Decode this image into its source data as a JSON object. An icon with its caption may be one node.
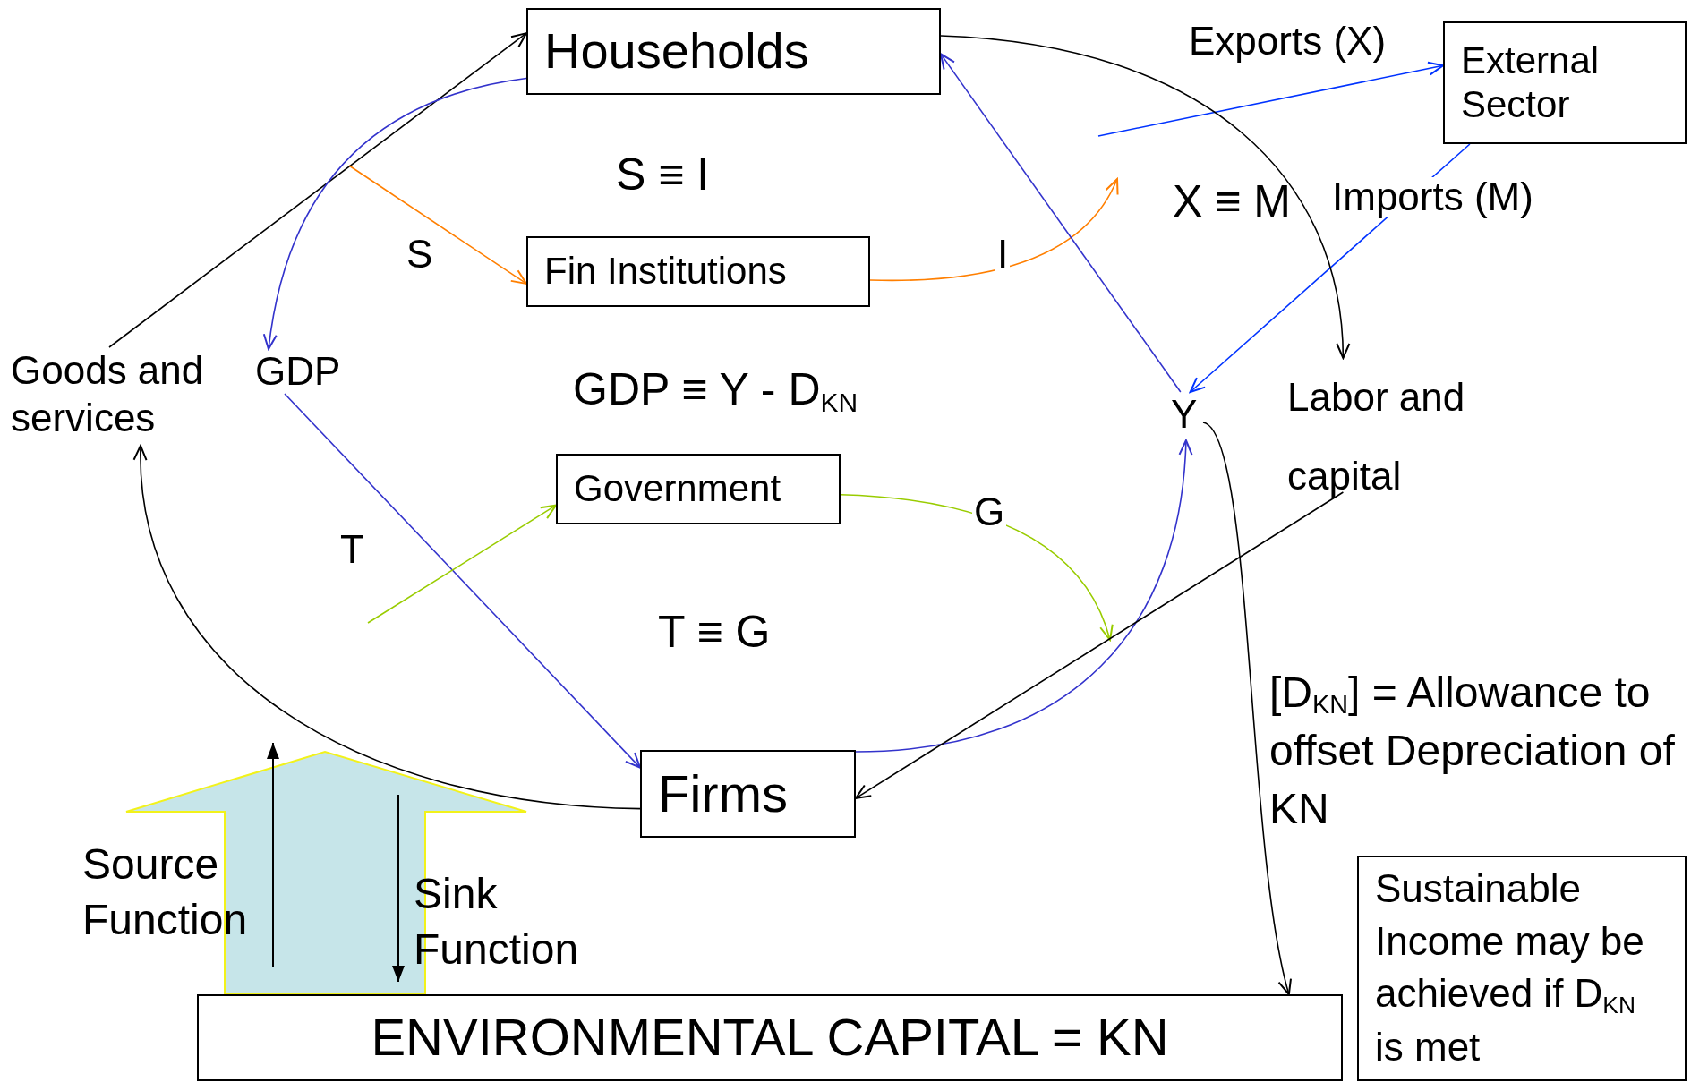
{
  "diagram": {
    "nodes": [
      {
        "text": [
          "Households"
        ]
      },
      {
        "text": [
          "External Sector"
        ]
      },
      {
        "text": [
          "Fin Institutions"
        ]
      },
      {
        "text": [
          "Government"
        ]
      },
      {
        "text": [
          "Firms"
        ]
      },
      {
        "text": [
          "ENVIRONMENTAL CAPITAL = KN"
        ]
      },
      {
        "text": [
          "Sustainable Income may be achieved if D$_{KN}$ is met"
        ]
      },
      {
        "text": [
          "Goods and services"
        ]
      },
      {
        "text": [
          "GDP"
        ]
      },
      {
        "text": [
          "Y"
        ]
      },
      {
        "text": [
          "Labor and capital"
        ]
      }
    ],
    "edges": [
      {
        "from": 7,
        "to": 0,
        "arrow": "to"
      },
      {
        "from": 0,
        "to": 8,
        "arrow": "to",
        "color": "#3333cc"
      },
      {
        "from": null,
        "to": 2,
        "arrow": "to",
        "label": "S",
        "color": "#ff7f00"
      },
      {
        "from": 2,
        "to": null,
        "arrow": "to",
        "label": "I",
        "color": "#ff7f00"
      },
      {
        "from": null,
        "to": 1,
        "arrow": "to",
        "label": "Exports (X)",
        "color": "#0033ff"
      },
      {
        "from": 1,
        "to": 9,
        "arrow": "to",
        "label": "Imports (M)",
        "color": "#0033ff"
      },
      {
        "from": 9,
        "to": 0,
        "arrow": "to",
        "color": "#3333cc"
      },
      {
        "from": 0,
        "to": 10,
        "arrow": "to"
      },
      {
        "from": 8,
        "to": 4,
        "arrow": "to",
        "color": "#3333cc"
      },
      {
        "from": null,
        "to": 3,
        "arrow": "to",
        "label": "T",
        "color": "#99cc00"
      },
      {
        "from": 3,
        "to": null,
        "arrow": "to",
        "label": "G",
        "color": "#99cc00"
      },
      {
        "from": 4,
        "to": 9,
        "arrow": "to",
        "color": "#3333cc"
      },
      {
        "from": 10,
        "to": 4,
        "arrow": "to"
      },
      {
        "from": 4,
        "to": 7,
        "arrow": "to"
      },
      {
        "from": 9,
        "to": 5,
        "arrow": "to"
      }
    ],
    "labels": [
      "S ≡ I",
      "X ≡ M",
      "GDP ≡ Y - D$_{KN}$",
      "T ≡ G",
      "[D$_{KN}$] = Allowance to offset Depreciation of KN",
      "Source Function",
      "Sink Function"
    ]
  }
}
